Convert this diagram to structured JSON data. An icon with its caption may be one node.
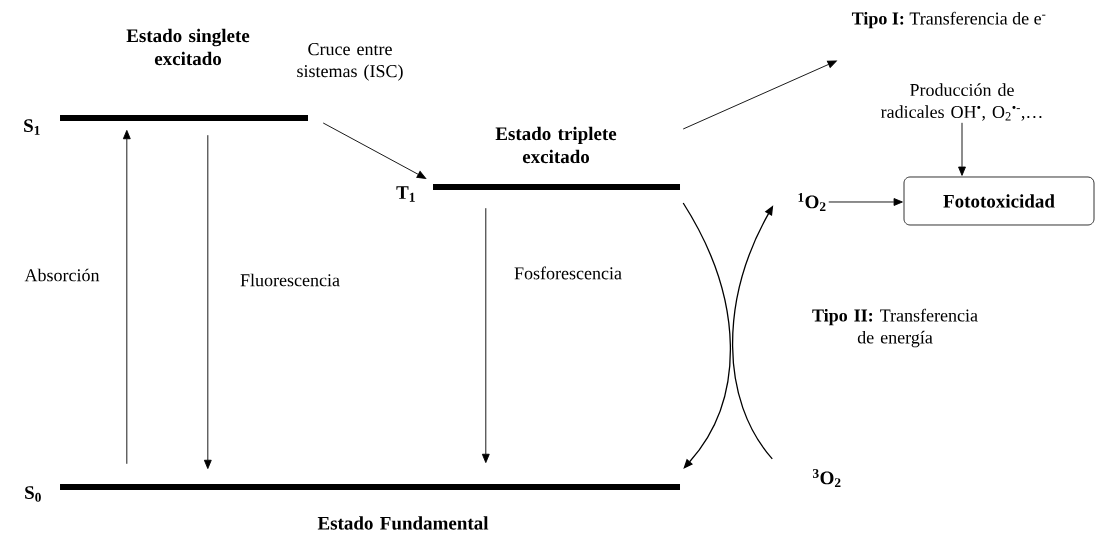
{
  "diagram": {
    "nodes": [
      {
        "text": [
          "S$_{1}$",
          "Estado singlete excitado"
        ]
      },
      {
        "text": [
          "T$_{1}$",
          "Estado triplete excitado"
        ]
      },
      {
        "text": [
          "S$_{0}$",
          "Estado Fundamental"
        ]
      },
      {
        "text": [
          "**Tipo I:** Transferencia de e$^{-}$"
        ]
      },
      {
        "text": [
          "Producción de radicales OH$^{•}$, O$_{2}$$^{•-}$,…"
        ]
      },
      {
        "text": [
          "$^{1}$O$_{2}$"
        ]
      },
      {
        "text": [
          "Fototoxicidad"
        ]
      },
      {
        "text": [
          "$^{3}$O$_{2}$"
        ]
      }
    ],
    "edges": [
      {
        "from": 2,
        "to": 0,
        "arrow": "to",
        "label": "Absorción"
      },
      {
        "from": 0,
        "to": 2,
        "arrow": "to",
        "label": "Fluorescencia"
      },
      {
        "from": 0,
        "to": 1,
        "arrow": "to",
        "label": "Cruce entre sistemas (ISC)"
      },
      {
        "from": 1,
        "to": 2,
        "arrow": "to",
        "label": "Fosforescencia"
      },
      {
        "from": 1,
        "to": 3,
        "arrow": "to"
      },
      {
        "from": 4,
        "to": 6,
        "arrow": "to"
      },
      {
        "from": 5,
        "to": 6,
        "arrow": "to"
      },
      {
        "from": 1,
        "to": 2,
        "arrow": "to"
      },
      {
        "from": 7,
        "to": 5,
        "arrow": "to"
      }
    ],
    "labels": [
      "**Tipo II:** Transferencia de energía"
    ]
  }
}
